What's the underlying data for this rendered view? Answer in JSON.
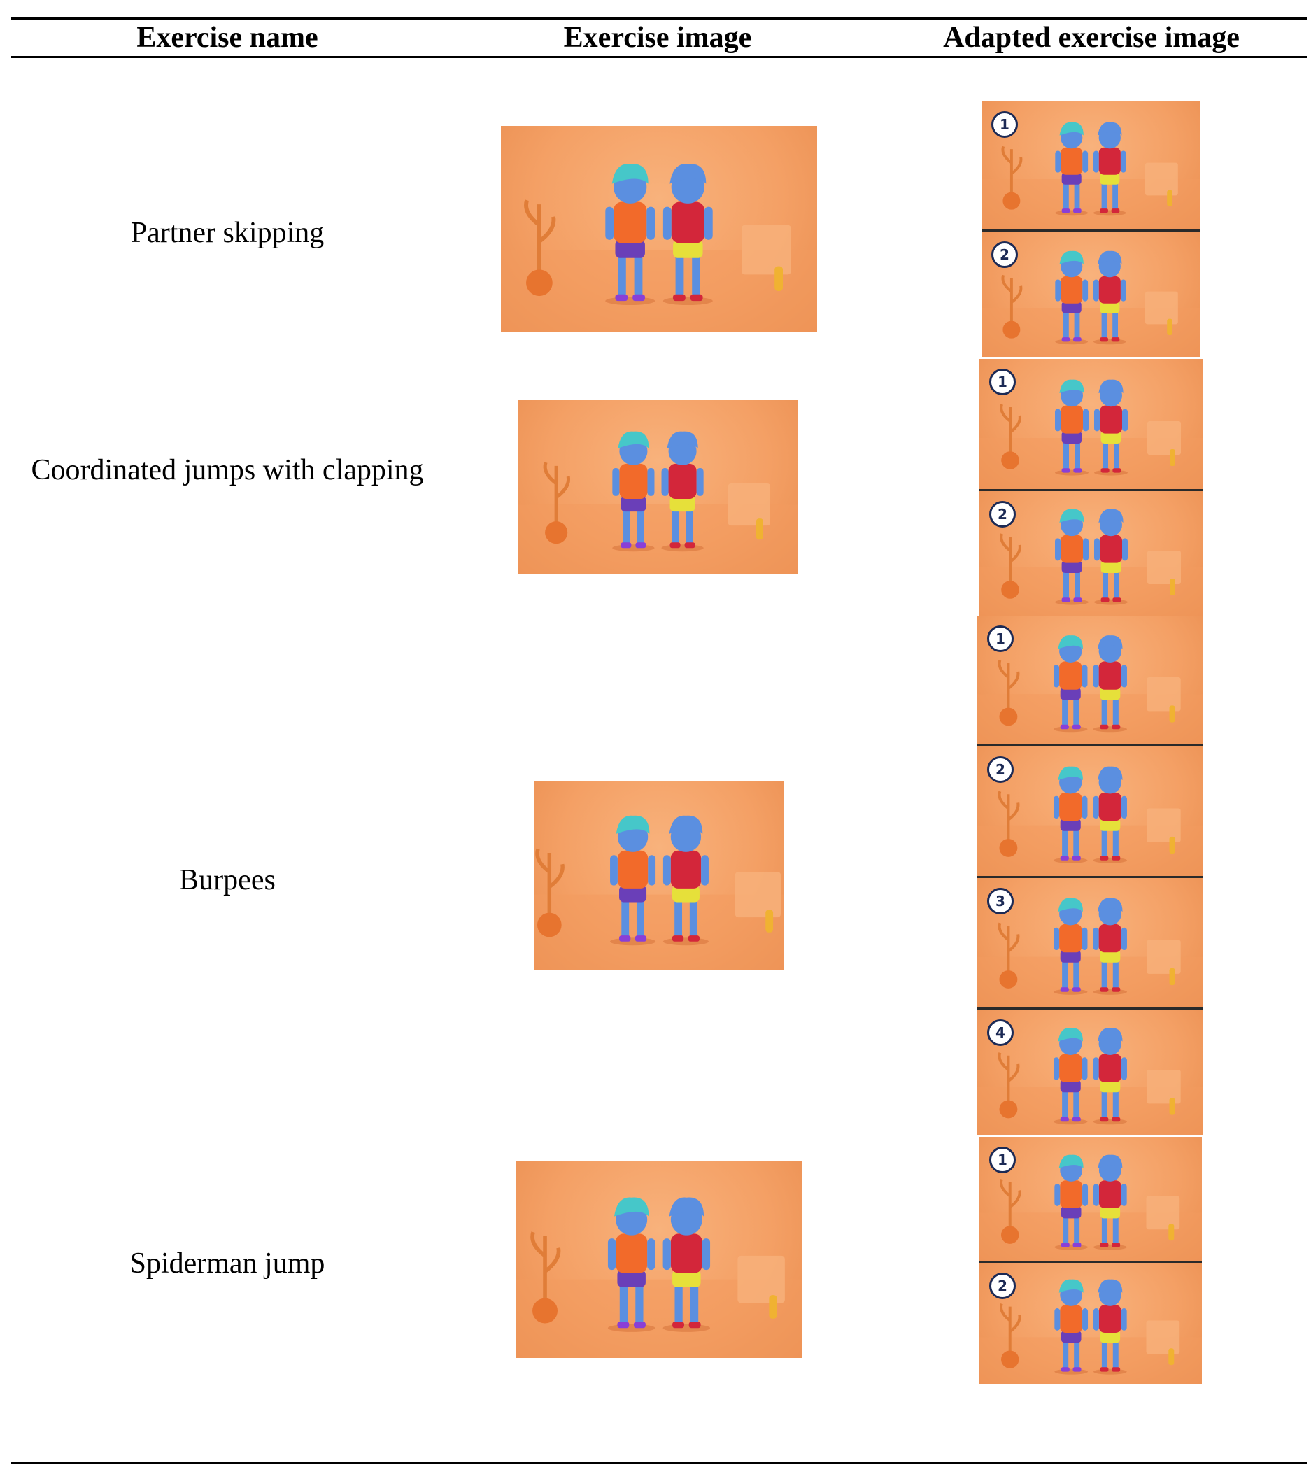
{
  "headers": {
    "exercise_name": "Exercise name",
    "exercise_image": "Exercise image",
    "adapted_exercise_image": "Adapted exercise image"
  },
  "exercises": [
    {
      "name": "Partner skipping",
      "image_icon": "two-children-partner-skipping-icon",
      "steps": [
        "1",
        "2"
      ]
    },
    {
      "name": "Coordinated jumps with clapping",
      "image_icon": "two-children-clapping-jump-icon",
      "steps": [
        "1",
        "2"
      ]
    },
    {
      "name": "Burpees",
      "image_icon": "two-children-burpees-icon",
      "steps": [
        "1",
        "2",
        "3",
        "4"
      ]
    },
    {
      "name": "Spiderman jump",
      "image_icon": "two-children-spiderman-jump-icon",
      "steps": [
        "1",
        "2"
      ]
    }
  ],
  "colors": {
    "scene_background": "#f4a065",
    "character_skin": "#5b8fe0",
    "character_hair_teal": "#46c7c9",
    "shirt_orange": "#f26a2a",
    "shirt_red": "#d3263a",
    "shorts_yellow": "#e6e03a",
    "shorts_purple": "#6a3fb8",
    "step_badge": "#1c2a55"
  }
}
